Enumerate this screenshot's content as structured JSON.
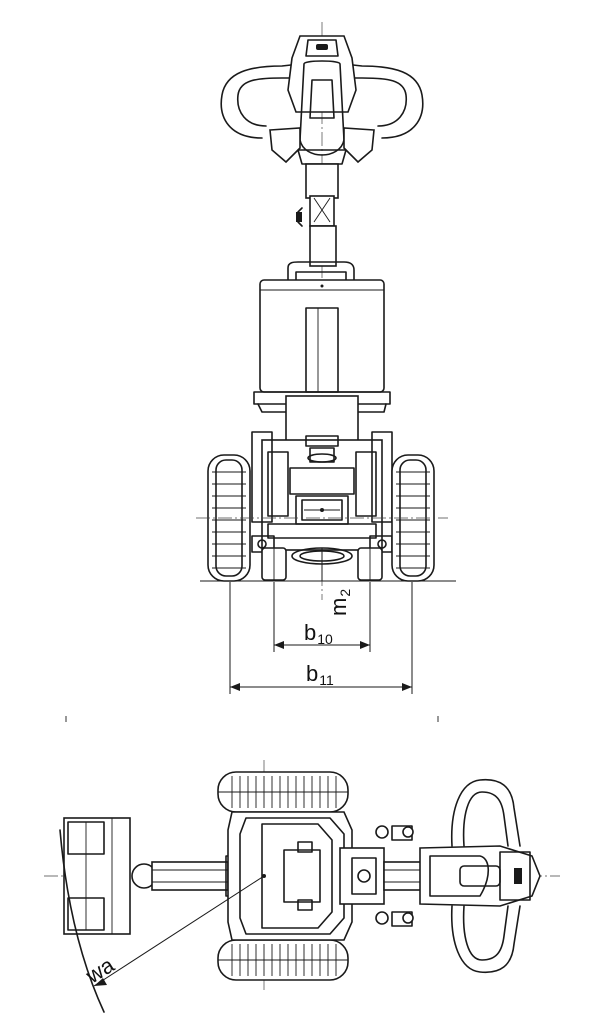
{
  "labels": {
    "m2": "m",
    "m2_sub": "2",
    "b10": "b",
    "b10_sub": "10",
    "b11": "b",
    "b11_sub": "11",
    "wa": "wa"
  },
  "colors": {
    "line": "#1a1a1a",
    "background": "#ffffff"
  },
  "views": [
    "front-view",
    "top-view"
  ]
}
